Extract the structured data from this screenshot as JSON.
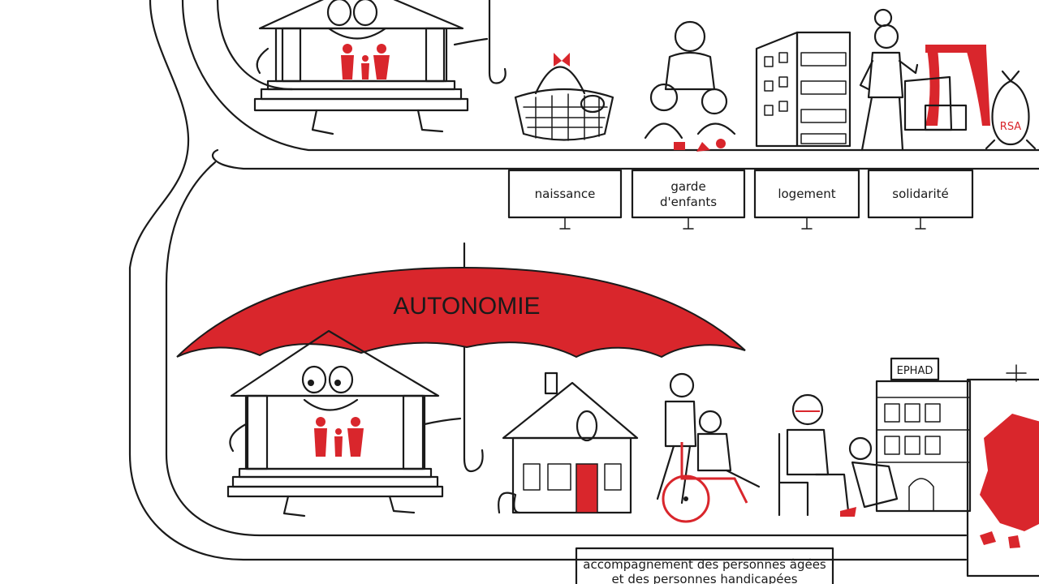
{
  "colors": {
    "accent_red": "#d9262c",
    "ink": "#1a1a1a",
    "background": "#ffffff"
  },
  "top_row": {
    "signs": [
      {
        "line1": "naissance",
        "line2": ""
      },
      {
        "line1": "garde",
        "line2": "d'enfants"
      },
      {
        "line1": "logement",
        "line2": ""
      },
      {
        "line1": "solidarité",
        "line2": ""
      }
    ],
    "bag_label": "RSA"
  },
  "bottom_row": {
    "umbrella_label": "AUTONOMIE",
    "building_sign": "EPHAD",
    "caption_line1": "accompagnement des personnes âgées",
    "caption_line2": "et des personnes handicapées"
  },
  "icons": [
    "bank-building-character-icon",
    "family-icon",
    "umbrella-icon",
    "baby-basket-icon",
    "children-playing-icon",
    "apartment-building-icon",
    "woman-thumbs-up-icon",
    "money-bag-icon",
    "house-icon",
    "wheelchair-icon",
    "elderly-care-icon",
    "ephad-building-icon",
    "france-map-icon"
  ]
}
